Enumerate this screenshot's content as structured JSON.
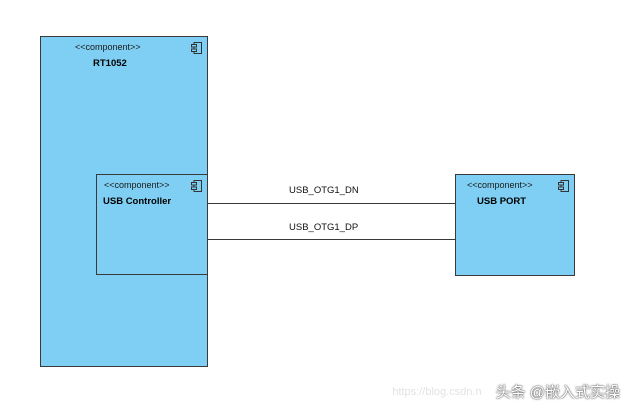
{
  "diagram": {
    "components": {
      "rt1052": {
        "stereotype": "<<component>>",
        "name": "RT1052"
      },
      "usb_controller": {
        "stereotype": "<<component>>",
        "name": "USB Controller"
      },
      "usb_port": {
        "stereotype": "<<component>>",
        "name": "USB PORT"
      }
    },
    "connectors": [
      {
        "label": "USB_OTG1_DN"
      },
      {
        "label": "USB_OTG1_DP"
      }
    ],
    "colors": {
      "component_fill": "#7ecff3",
      "border": "#3a3a3a"
    },
    "icons": {
      "component": "component-icon"
    }
  },
  "watermark": {
    "url": "https://blog.csdn.n",
    "author": "头条 @嵌入式实操"
  }
}
